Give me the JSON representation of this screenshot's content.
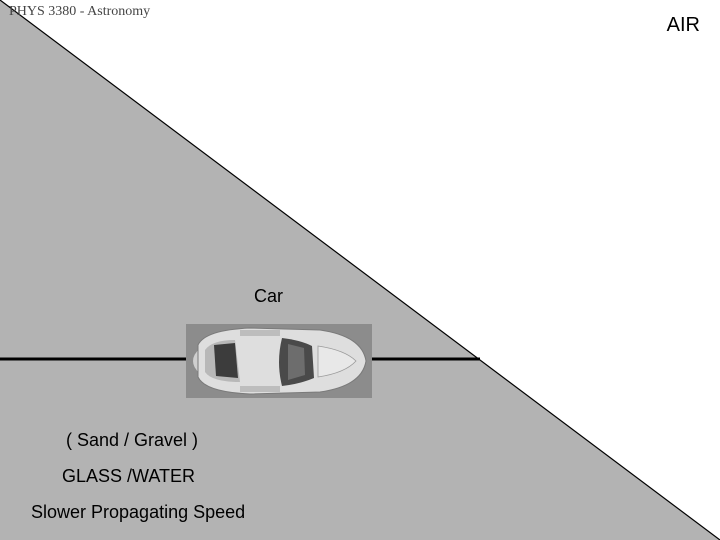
{
  "slide": {
    "course_label": "PHYS 3380 - Astronomy",
    "region_air_label": "AIR",
    "car_label": "Car",
    "material_detail": "( Sand / Gravel )",
    "material_label": "GLASS /WATER",
    "speed_label": "Slower Propagating Speed"
  },
  "colors": {
    "slow_medium": "#b3b3b3",
    "fast_medium": "#ffffff",
    "boundary_line": "#000000",
    "axle_line": "#000000",
    "car_background": "#8c8c8c",
    "car_body": "#d9d9d9"
  },
  "icons": {
    "car": "car-top-view-photo"
  }
}
